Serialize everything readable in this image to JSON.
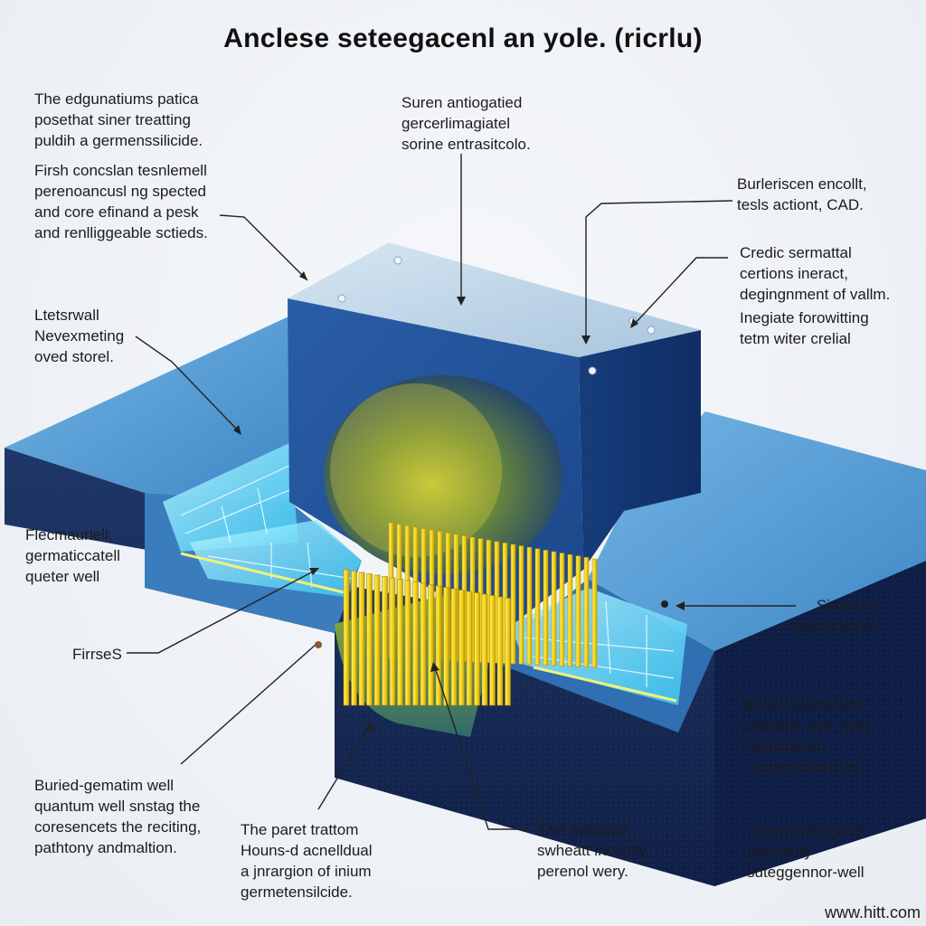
{
  "title": "Anclese seteegacenl an yole. (ricrlu)",
  "labels": {
    "top_left_1": [
      "The edgunatiums patica",
      "posethat siner treatting",
      "puldih a germenssilicide."
    ],
    "top_left_2": [
      "Firsh concslan tesnlemell",
      "perenoancusl ng spected",
      "and core efinand a pesk",
      "and renlliggeable sctieds."
    ],
    "top_center": [
      "Suren antiogatied",
      "gercerlimagiatel",
      "sorine entrasitcolo."
    ],
    "top_right_1": [
      "Burleriscen encollt,",
      "tesls actiont, CAD."
    ],
    "top_right_2": [
      "Credic sermattal",
      "certions ineract,",
      "degingnment of vallm."
    ],
    "top_right_3": [
      "Inegiate forowitting",
      "tetm witer crelial"
    ],
    "left_mid": [
      "Ltetsrwall",
      "Nevexmeting",
      "oved storel."
    ],
    "left_low": [
      "Flecmaurlell,",
      "germaticcatell",
      "queter well"
    ],
    "left_first": [
      "FirrseS"
    ],
    "right_mid": [
      "Sinattum",
      "setergindiore"
    ],
    "right_low": [
      "Buried Gematium",
      "cetenths well, nido",
      "-spectollium",
      "-superestilarcive."
    ],
    "bottom_left": [
      "Buried-gematim well",
      "quantum well snstag the",
      "coresencets the reciting,",
      "pathtony andmaltion."
    ],
    "bottom_center_left": [
      "The paret trattom",
      "Houns-d acnelldual",
      "a jnrargion of inium",
      "germetensilcide."
    ],
    "bottom_center_right": [
      "Tine salsbled",
      "swheatt incently",
      "perenol wery."
    ],
    "bottom_right": [
      "Stureet ditingatal",
      "anprotory",
      "suteggennor-well"
    ]
  },
  "watermark": "www.hitt.com",
  "colors": {
    "substrate_dark": "#17295a",
    "substrate_top": "#4a94cf",
    "block": "#20509a",
    "fins": "#f2d21a",
    "glow": "#6fe2ff"
  }
}
